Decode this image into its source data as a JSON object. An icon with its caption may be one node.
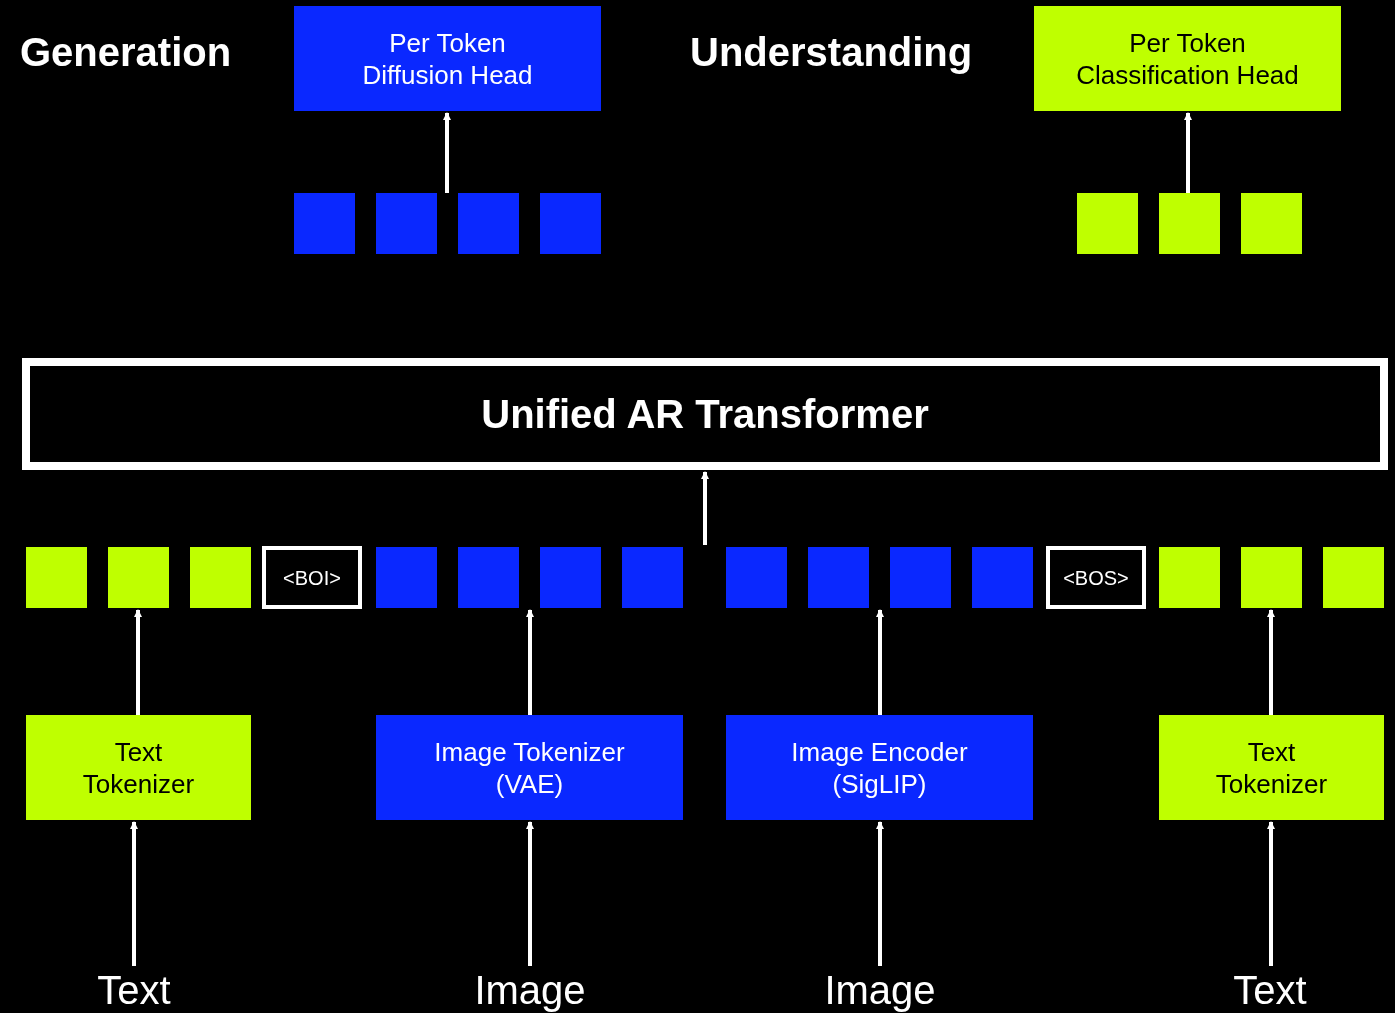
{
  "diagram": {
    "nodes": [
      {
        "text": [
          "Per Token Diffusion Head"
        ]
      },
      {
        "text": [],
        "shape": "box"
      },
      {
        "text": [],
        "shape": "box"
      },
      {
        "text": [],
        "shape": "box"
      },
      {
        "text": [],
        "shape": "box"
      },
      {
        "text": [
          "Per Token Classification Head"
        ]
      },
      {
        "text": [],
        "shape": "box"
      },
      {
        "text": [],
        "shape": "box"
      },
      {
        "text": [],
        "shape": "box"
      },
      {
        "text": [
          "Unified AR Transformer"
        ]
      },
      {
        "text": [],
        "shape": "box"
      },
      {
        "text": [],
        "shape": "box"
      },
      {
        "text": [],
        "shape": "box"
      },
      {
        "text": [
          "<BOI>"
        ]
      },
      {
        "text": [],
        "shape": "box"
      },
      {
        "text": [],
        "shape": "box"
      },
      {
        "text": [],
        "shape": "box"
      },
      {
        "text": [],
        "shape": "box"
      },
      {
        "text": [],
        "shape": "box"
      },
      {
        "text": [],
        "shape": "box"
      },
      {
        "text": [],
        "shape": "box"
      },
      {
        "text": [],
        "shape": "box"
      },
      {
        "text": [
          "<BOS>"
        ]
      },
      {
        "text": [],
        "shape": "box"
      },
      {
        "text": [],
        "shape": "box"
      },
      {
        "text": [],
        "shape": "box"
      },
      {
        "text": [
          "Text Tokenizer"
        ]
      },
      {
        "text": [
          "Image Tokenizer (VAE)"
        ]
      },
      {
        "text": [
          "Image Encoder (SigLIP)"
        ]
      },
      {
        "text": [
          "Text Tokenizer"
        ]
      },
      {
        "text": [
          "Text"
        ]
      },
      {
        "text": [
          "Image"
        ]
      },
      {
        "text": [
          "Image"
        ]
      },
      {
        "text": [
          "Text"
        ]
      }
    ],
    "edges": [
      {
        "from": 2,
        "to": 0,
        "arrow": "to"
      },
      {
        "from": 7,
        "to": 5,
        "arrow": "to"
      },
      {
        "from": null,
        "to": 9,
        "arrow": "to"
      },
      {
        "from": 26,
        "to": 11,
        "arrow": "to"
      },
      {
        "from": 27,
        "to": 15,
        "arrow": "to"
      },
      {
        "from": 28,
        "to": 19,
        "arrow": "to"
      },
      {
        "from": 29,
        "to": 24,
        "arrow": "to"
      },
      {
        "from": 30,
        "to": 26,
        "arrow": "to"
      },
      {
        "from": 31,
        "to": 27,
        "arrow": "to"
      },
      {
        "from": 32,
        "to": 28,
        "arrow": "to"
      },
      {
        "from": 33,
        "to": 29,
        "arrow": "to"
      }
    ],
    "labels": [
      "Generation",
      "Understanding"
    ]
  }
}
